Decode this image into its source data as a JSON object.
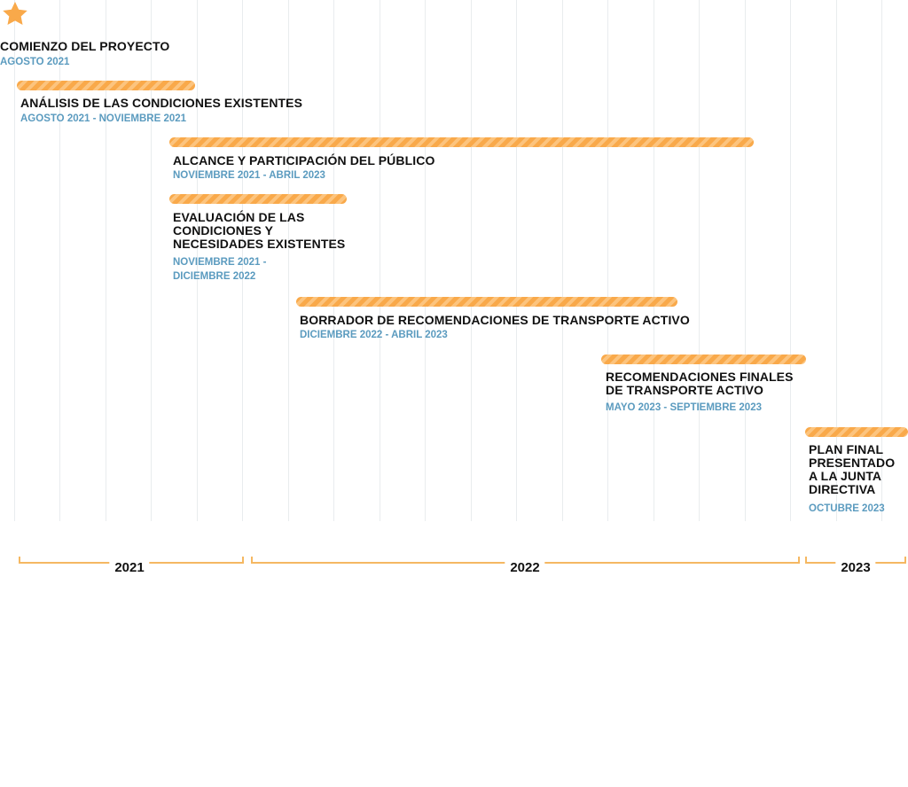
{
  "milestone": {
    "icon": "star-icon",
    "color": "#f9a94a",
    "title": "COMIENZO DEL PROYECTO",
    "date": "AGOSTO 2021"
  },
  "phases": [
    {
      "title": "ANÁLISIS DE LAS CONDICIONES EXISTENTES",
      "date": "AGOSTO 2021 - NOVIEMBRE 2021"
    },
    {
      "title": "ALCANCE Y PARTICIPACIÓN DEL PÚBLICO",
      "date": "NOVIEMBRE 2021 - ABRIL 2023"
    },
    {
      "title_lines": [
        "EVALUACIÓN DE LAS",
        "CONDICIONES Y",
        "NECESIDADES EXISTENTES"
      ],
      "date_lines": [
        "NOVIEMBRE 2021 -",
        "DICIEMBRE 2022"
      ]
    },
    {
      "title": "BORRADOR DE RECOMENDACIONES DE TRANSPORTE ACTIVO",
      "date": "DICIEMBRE 2022 - ABRIL 2023"
    },
    {
      "title_lines": [
        "RECOMENDACIONES FINALES",
        "DE TRANSPORTE ACTIVO"
      ],
      "date": "MAYO 2023 - SEPTIEMBRE 2023"
    },
    {
      "title_lines": [
        "PLAN FINAL",
        "PRESENTADO",
        "A LA JUNTA",
        "DIRECTIVA"
      ],
      "date": "OCTUBRE 2023"
    }
  ],
  "years": [
    "2021",
    "2022",
    "2023"
  ],
  "colors": {
    "bar": "#f9a94a",
    "date": "#5b9bbf",
    "grid": "#e9ecee",
    "bracket": "#f5b862"
  }
}
